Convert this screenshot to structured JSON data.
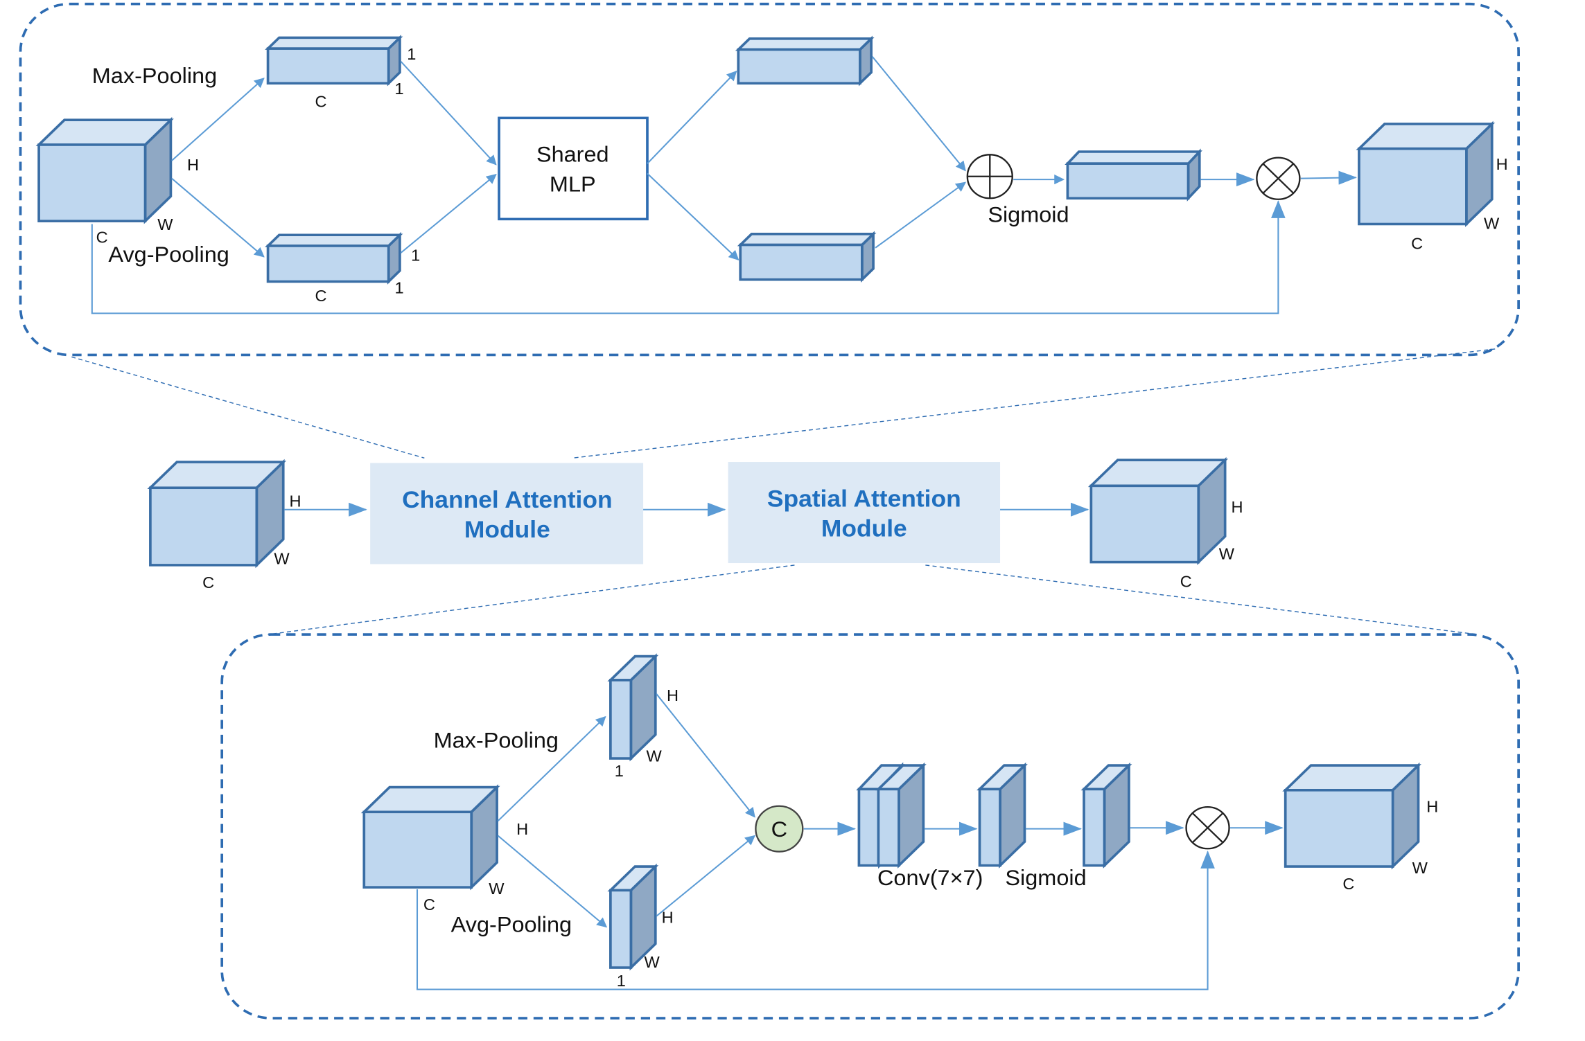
{
  "channel_module": {
    "title_line1": "Channel Attention",
    "title_line2": "Module",
    "max_pooling": "Max-Pooling",
    "avg_pooling": "Avg-Pooling",
    "shared_mlp_line1": "Shared",
    "shared_mlp_line2": "MLP",
    "sigmoid": "Sigmoid"
  },
  "spatial_module": {
    "title_line1": "Spatial Attention",
    "title_line2": "Module",
    "max_pooling": "Max-Pooling",
    "avg_pooling": "Avg-Pooling",
    "concat": "C",
    "conv": "Conv(7×7)",
    "sigmoid": "Sigmoid"
  },
  "dims": {
    "c": "C",
    "h": "H",
    "w": "W",
    "one": "1"
  },
  "colors": {
    "cube_front": "#bfd7ef",
    "cube_side": "#8fa8c4",
    "border": "#3a6ea5",
    "arrow": "#5b9bd5",
    "module_bg": "#dde9f5",
    "module_text": "#1f6fbf",
    "concat_fill": "#d5e8c8"
  }
}
